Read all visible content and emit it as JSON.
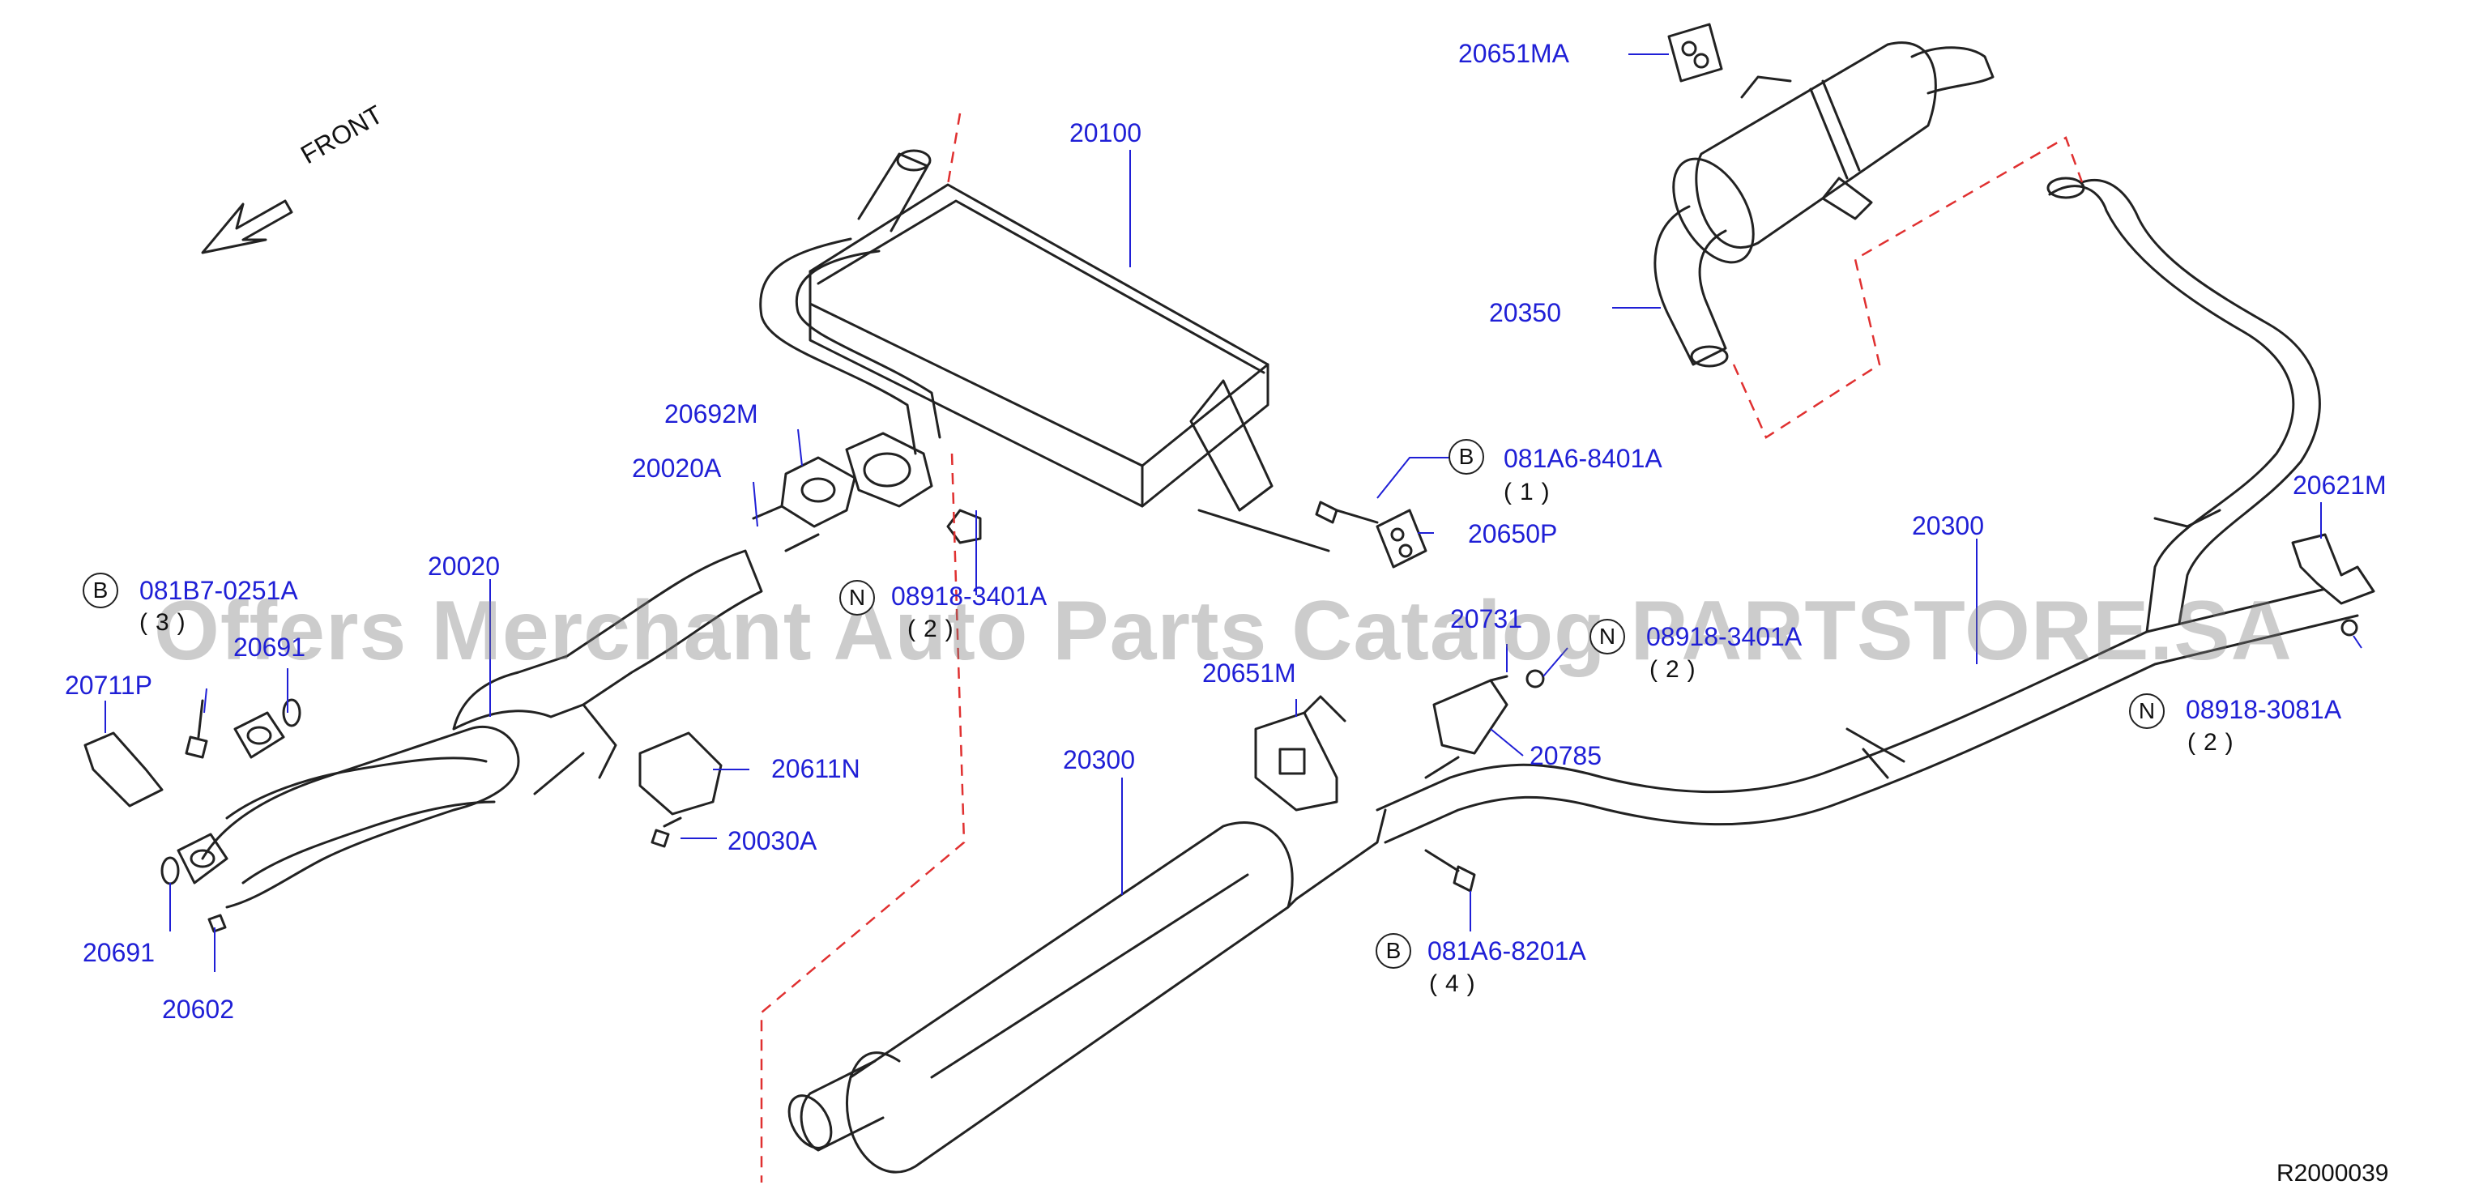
{
  "front_label": "FRONT",
  "reference_code": "R2000039",
  "watermark": "Offers Merchant Auto Parts Catalog PARTSTORE.SA",
  "colors": {
    "label": "#1f1fd6",
    "leader": "#1f1fd6",
    "outline": "#222222",
    "break_line": "#e03030"
  },
  "callouts": [
    {
      "id": "20651MA",
      "part": "20651MA"
    },
    {
      "id": "20100",
      "part": "20100"
    },
    {
      "id": "20350",
      "part": "20350"
    },
    {
      "id": "20692M",
      "part": "20692M"
    },
    {
      "id": "20020A",
      "part": "20020A"
    },
    {
      "id": "b_081a6_8401a",
      "badge": "B",
      "part": "081A6-8401A",
      "qty": "(1)"
    },
    {
      "id": "20650P",
      "part": "20650P"
    },
    {
      "id": "20621M",
      "part": "20621M"
    },
    {
      "id": "20300_right",
      "part": "20300"
    },
    {
      "id": "20020",
      "part": "20020"
    },
    {
      "id": "b_081b7_0251a",
      "badge": "B",
      "part": "081B7-0251A",
      "qty": "(3)"
    },
    {
      "id": "n_08918_3401a_left",
      "badge": "N",
      "part": "08918-3401A",
      "qty": "(2)"
    },
    {
      "id": "20691_upper",
      "part": "20691"
    },
    {
      "id": "20711P",
      "part": "20711P"
    },
    {
      "id": "20731",
      "part": "20731"
    },
    {
      "id": "n_08918_3401a_mid",
      "badge": "N",
      "part": "08918-3401A",
      "qty": "(2)"
    },
    {
      "id": "20651M",
      "part": "20651M"
    },
    {
      "id": "n_08918_3081a",
      "badge": "N",
      "part": "08918-3081A",
      "qty": "(2)"
    },
    {
      "id": "20611N",
      "part": "20611N"
    },
    {
      "id": "20785",
      "part": "20785"
    },
    {
      "id": "20300_left",
      "part": "20300"
    },
    {
      "id": "20030A",
      "part": "20030A"
    },
    {
      "id": "20691_lower",
      "part": "20691"
    },
    {
      "id": "20602",
      "part": "20602"
    },
    {
      "id": "b_081a6_8201a",
      "badge": "B",
      "part": "081A6-8201A",
      "qty": "(4)"
    }
  ]
}
